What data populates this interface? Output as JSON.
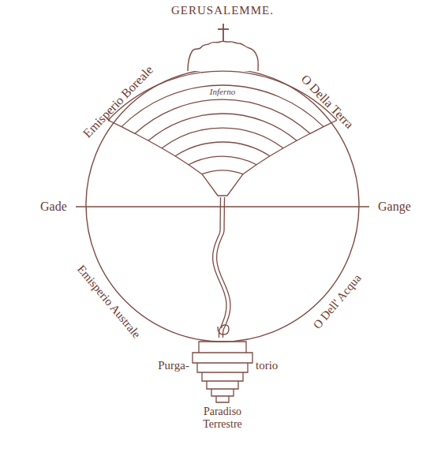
{
  "diagram": {
    "nodes": [
      {
        "text": [
          "Inferno"
        ]
      },
      {
        "text": [
          "Purga-",
          "torio"
        ]
      }
    ],
    "edges": [
      {
        "from": 0,
        "to": 1,
        "arrow": "none"
      }
    ],
    "labels": [
      "GERUSALEMME.",
      "Emisperio Boreale",
      "O Della Terra",
      "Gade",
      "Gange",
      "Emisperio Australe",
      "O Dell' Acqua",
      "Paradiso Terrestre"
    ]
  }
}
